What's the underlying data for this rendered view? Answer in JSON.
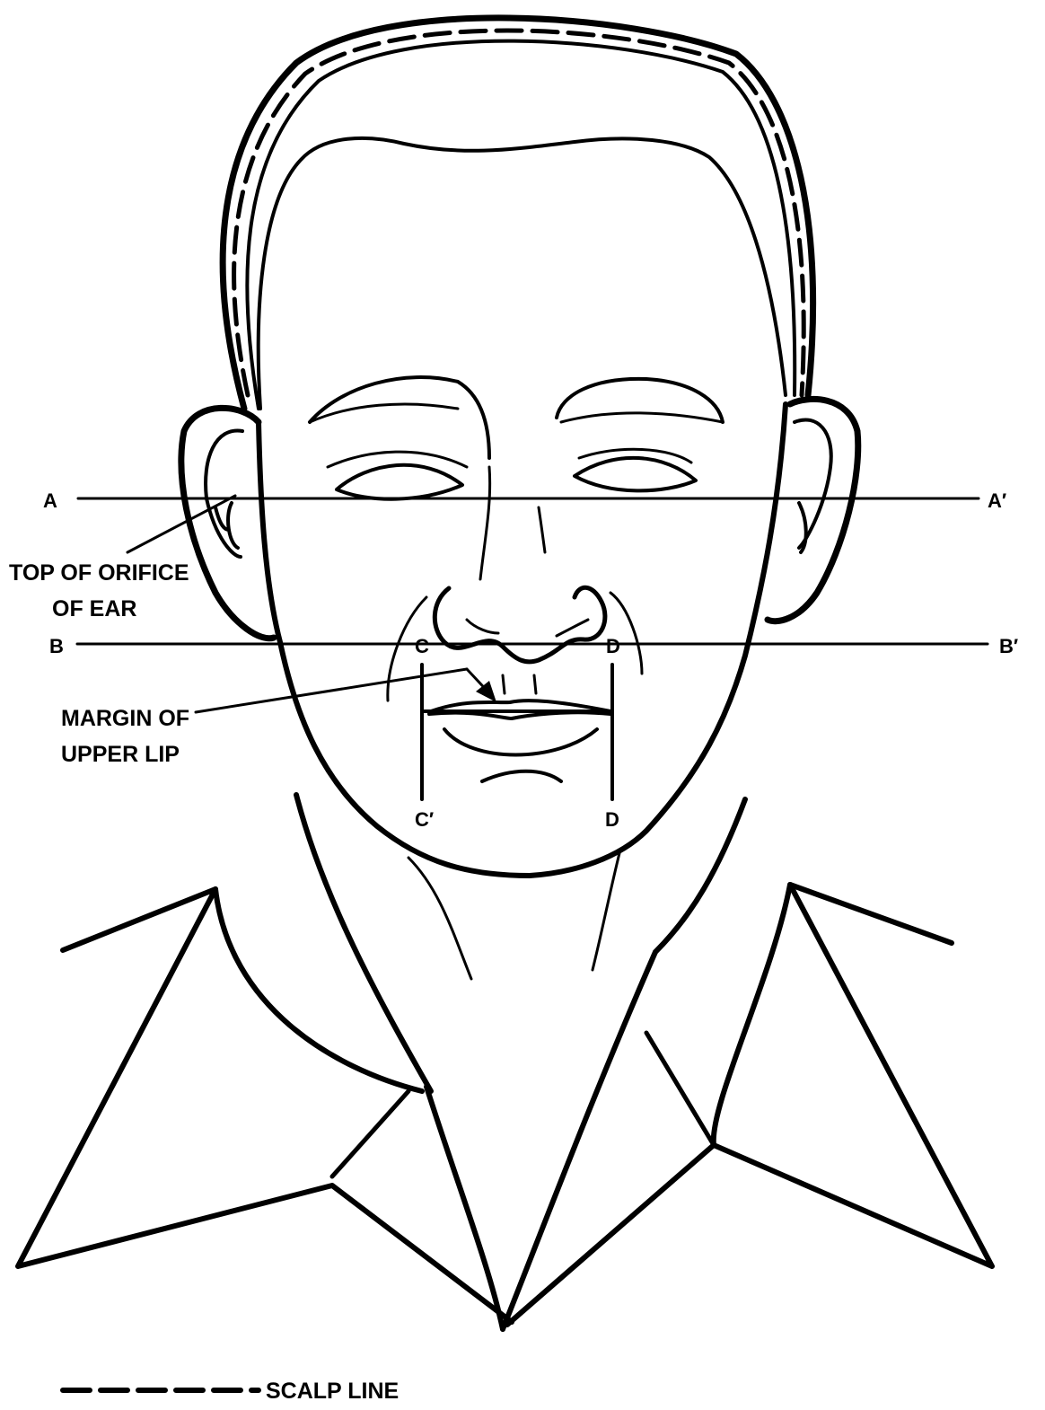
{
  "labels": {
    "a": "A",
    "a_prime": "A′",
    "b": "B",
    "b_prime": "B′",
    "c": "C",
    "c_prime": "C′",
    "d": "D",
    "d_lower": "D",
    "ear_line1": "TOP OF ORIFICE",
    "ear_line2": "OF EAR",
    "lip_line1": "MARGIN OF",
    "lip_line2": "UPPER LIP",
    "scalp_line": "SCALP LINE"
  },
  "colors": {
    "ink": "#000000",
    "paper": "#ffffff"
  }
}
